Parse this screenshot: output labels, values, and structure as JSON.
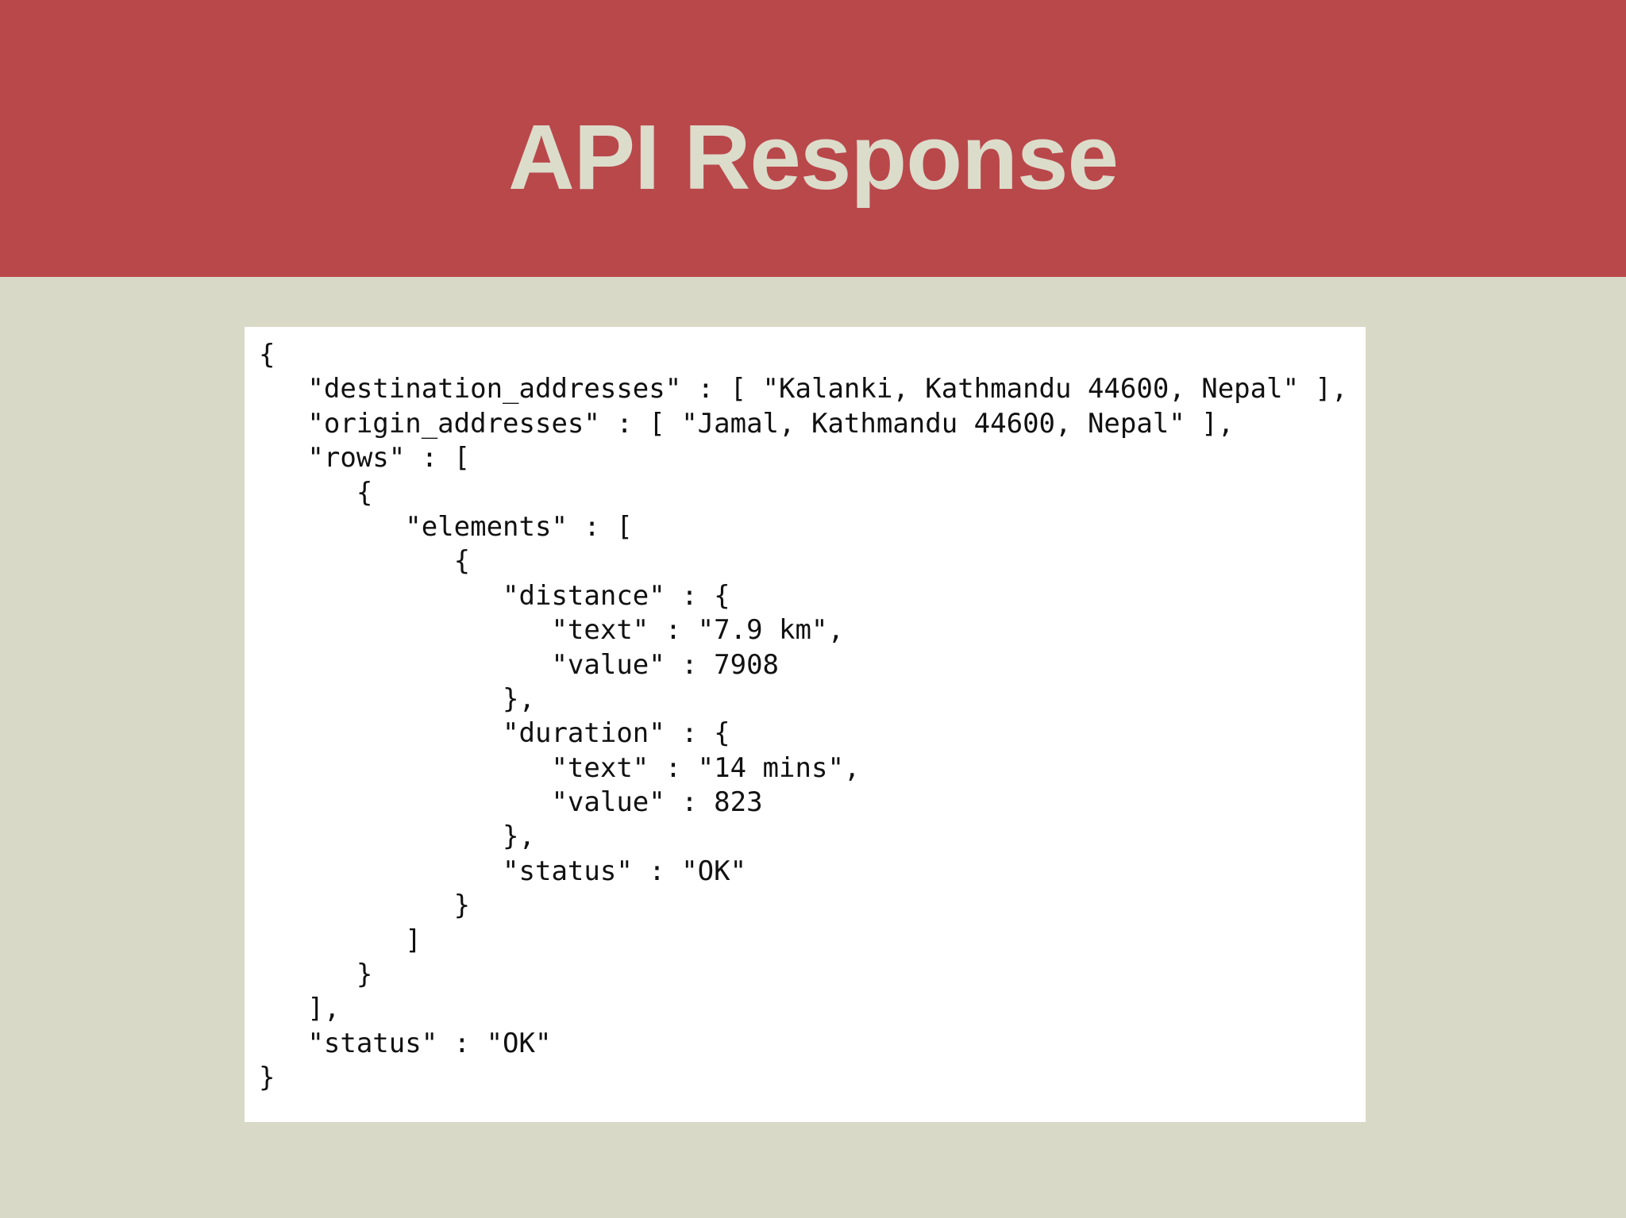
{
  "slide": {
    "title": "API Response"
  },
  "code": {
    "lines": [
      "{",
      "   \"destination_addresses\" : [ \"Kalanki, Kathmandu 44600, Nepal\" ],",
      "   \"origin_addresses\" : [ \"Jamal, Kathmandu 44600, Nepal\" ],",
      "   \"rows\" : [",
      "      {",
      "         \"elements\" : [",
      "            {",
      "               \"distance\" : {",
      "                  \"text\" : \"7.9 km\",",
      "                  \"value\" : 7908",
      "               },",
      "               \"duration\" : {",
      "                  \"text\" : \"14 mins\",",
      "                  \"value\" : 823",
      "               },",
      "               \"status\" : \"OK\"",
      "            }",
      "         ]",
      "      }",
      "   ],",
      "   \"status\" : \"OK\"",
      "}"
    ]
  },
  "colors": {
    "header_bg": "#b9484b",
    "page_bg": "#d9d9c7",
    "title_text": "#dcdccb",
    "code_bg": "#ffffff",
    "code_text": "#111111"
  }
}
